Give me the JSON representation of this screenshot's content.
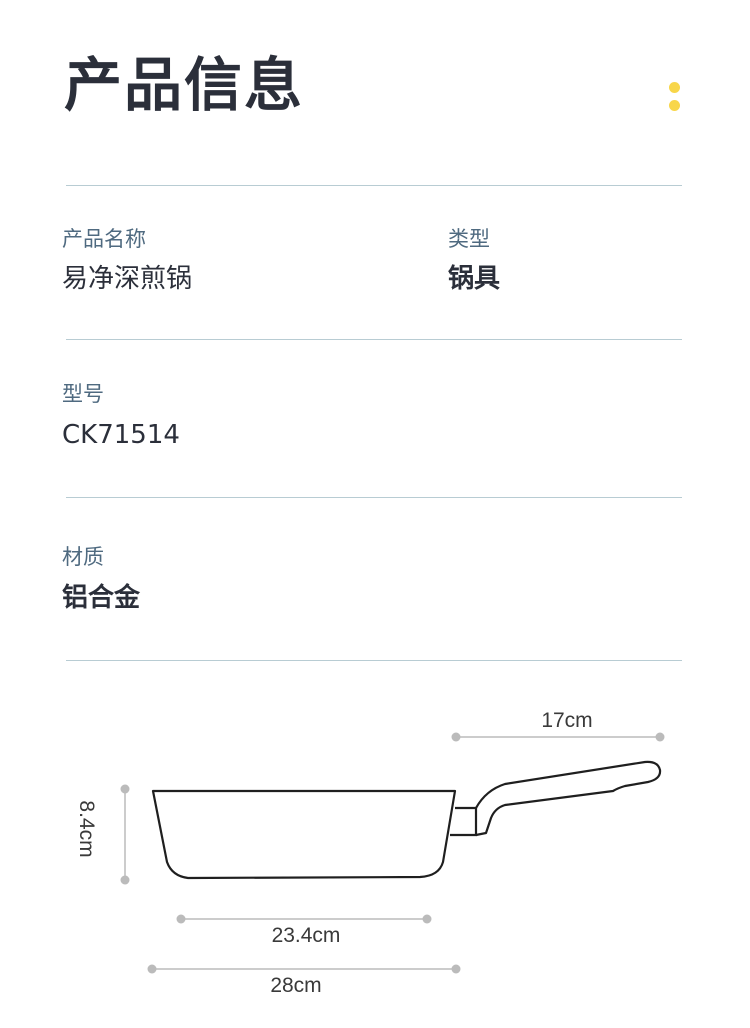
{
  "page_title": "产品信息",
  "fields": {
    "name": {
      "label": "产品名称",
      "value": "易净深煎锅"
    },
    "type": {
      "label": "类型",
      "value": "锅具"
    },
    "model": {
      "label": "型号",
      "value": "CK71514"
    },
    "material": {
      "label": "材质",
      "value": "铝合金"
    }
  },
  "dimensions": {
    "handle": "17cm",
    "height": "8.4cm",
    "base": "23.4cm",
    "diameter": "28cm"
  },
  "colors": {
    "accent_dots": "#f8d64a",
    "divider": "#b8ccd3",
    "label": "#4f6a80",
    "text": "#2b2f3a"
  }
}
